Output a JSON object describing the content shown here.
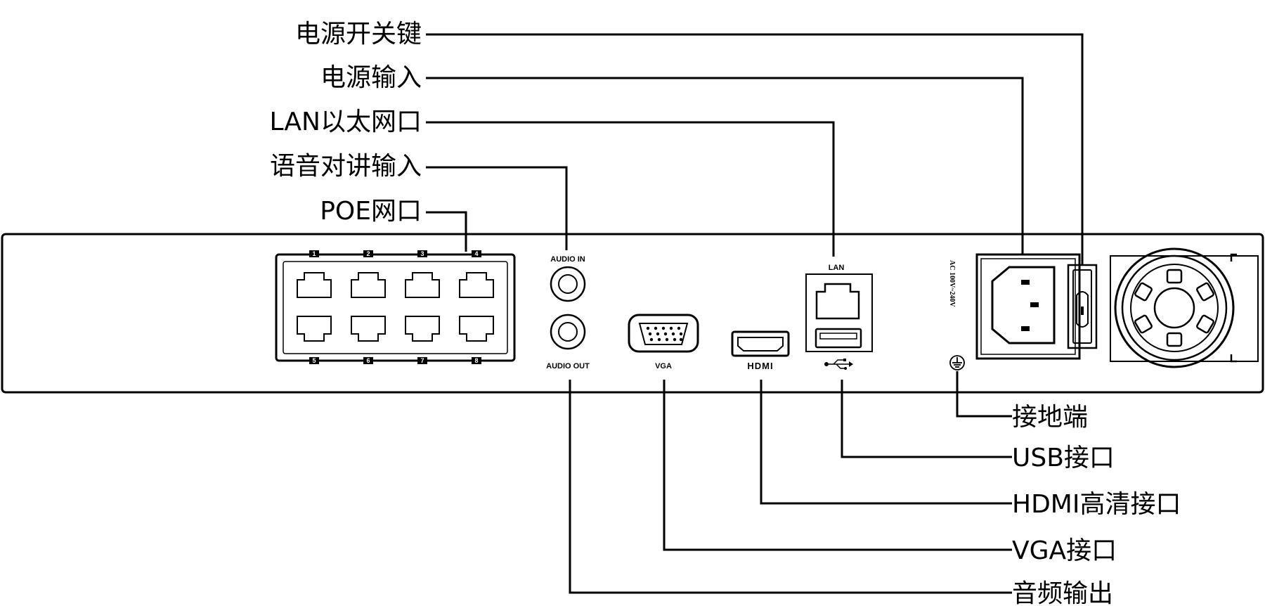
{
  "callouts_top": {
    "power_switch": "电源开关键",
    "power_input": "电源输入",
    "lan_port": "LAN以太网口",
    "audio_talk_in": "语音对讲输入",
    "poe_ports": "POE网口"
  },
  "callouts_bottom": {
    "ground": "接地端",
    "usb_port": "USB接口",
    "hdmi_port": "HDMI高清接口",
    "vga_port": "VGA接口",
    "audio_out": "音频输出"
  },
  "panel_labels": {
    "audio_in": "AUDIO IN",
    "audio_out": "AUDIO OUT",
    "vga": "VGA",
    "hdmi": "HDMI",
    "lan": "LAN",
    "ac_voltage": "AC 100V~240V",
    "poe_numbers_top": [
      "1",
      "2",
      "3",
      "4"
    ],
    "poe_numbers_bottom": [
      "5",
      "6",
      "7",
      "8"
    ]
  },
  "icons": {
    "usb": "usb-icon",
    "ground": "ground-icon",
    "fan": "fan-icon"
  }
}
